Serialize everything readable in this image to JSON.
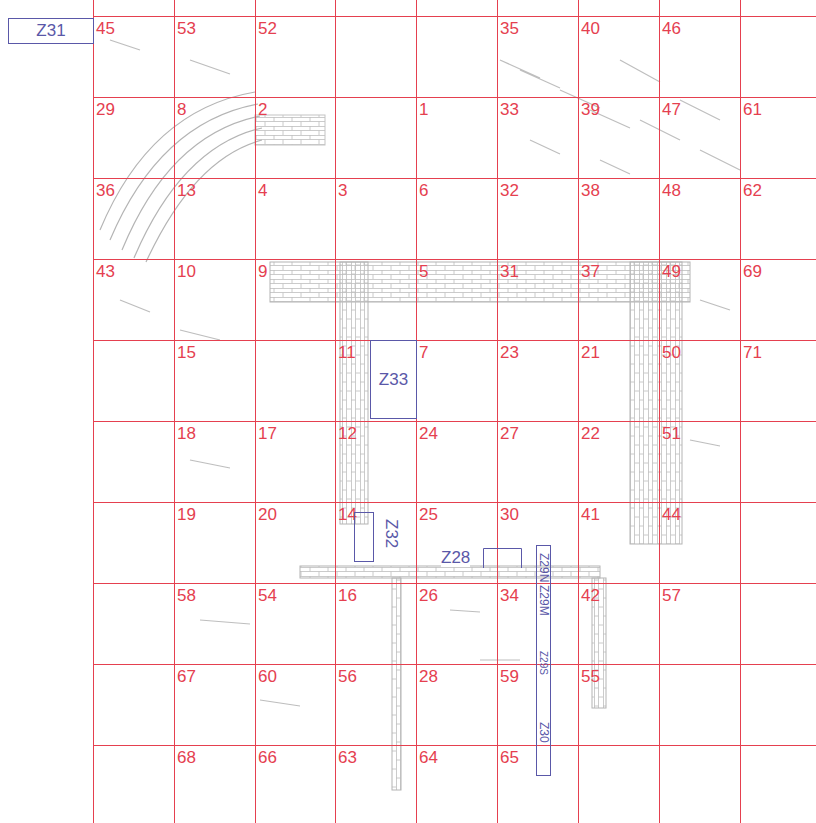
{
  "diagram": {
    "nodes": [
      {
        "text": [
          "Z31"
        ]
      },
      {
        "text": [
          "Z33"
        ]
      },
      {
        "text": [
          "Z32"
        ]
      },
      {
        "text": [
          "Z29N",
          "Z29M",
          "Z29S",
          "Z30"
        ]
      }
    ],
    "labels": [
      "45",
      "53",
      "52",
      "35",
      "40",
      "46",
      "29",
      "8",
      "2",
      "1",
      "33",
      "39",
      "47",
      "61",
      "36",
      "13",
      "4",
      "3",
      "6",
      "32",
      "38",
      "48",
      "62",
      "43",
      "10",
      "9",
      "5",
      "31",
      "37",
      "49",
      "69",
      "15",
      "11",
      "7",
      "23",
      "21",
      "50",
      "71",
      "18",
      "17",
      "12",
      "24",
      "27",
      "22",
      "51",
      "19",
      "20",
      "14",
      "25",
      "30",
      "Z28",
      "41",
      "44",
      "58",
      "54",
      "16",
      "26",
      "34",
      "42",
      "57",
      "67",
      "60",
      "56",
      "28",
      "59",
      "55",
      "68",
      "66",
      "63",
      "64",
      "65"
    ]
  }
}
